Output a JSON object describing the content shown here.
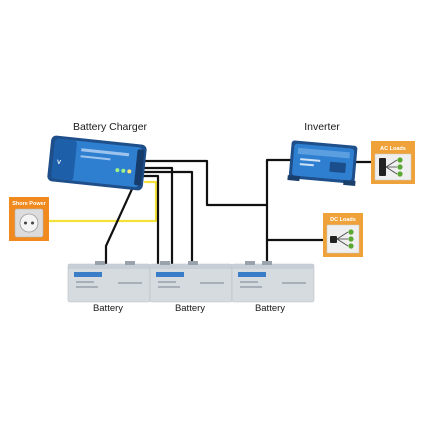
{
  "labels": {
    "battery_charger": "Battery Charger",
    "inverter": "Inverter",
    "shore_power": "Shore Power",
    "ac_loads": "AC Loads",
    "dc_loads": "DC Loads",
    "battery_1": "Battery",
    "battery_2": "Battery",
    "battery_3": "Battery"
  },
  "colors": {
    "device_blue": "#2f7fd0",
    "device_dark": "#1e4f8a",
    "panel_orange": "#f0a23a",
    "shore_orange": "#f08a1e",
    "cable_black": "#111111",
    "cable_yellow": "#f4e23a",
    "battery_body": "#d6dbe0",
    "battery_stripe": "#3a7ec8",
    "panel_face": "#eeeeee"
  },
  "icons": {
    "charger": "battery-charger-icon",
    "inverter": "inverter-icon",
    "shore": "power-socket-icon",
    "ac": "ac-outlet-icon",
    "dc": "dc-outlet-icon",
    "battery": "battery-icon"
  }
}
